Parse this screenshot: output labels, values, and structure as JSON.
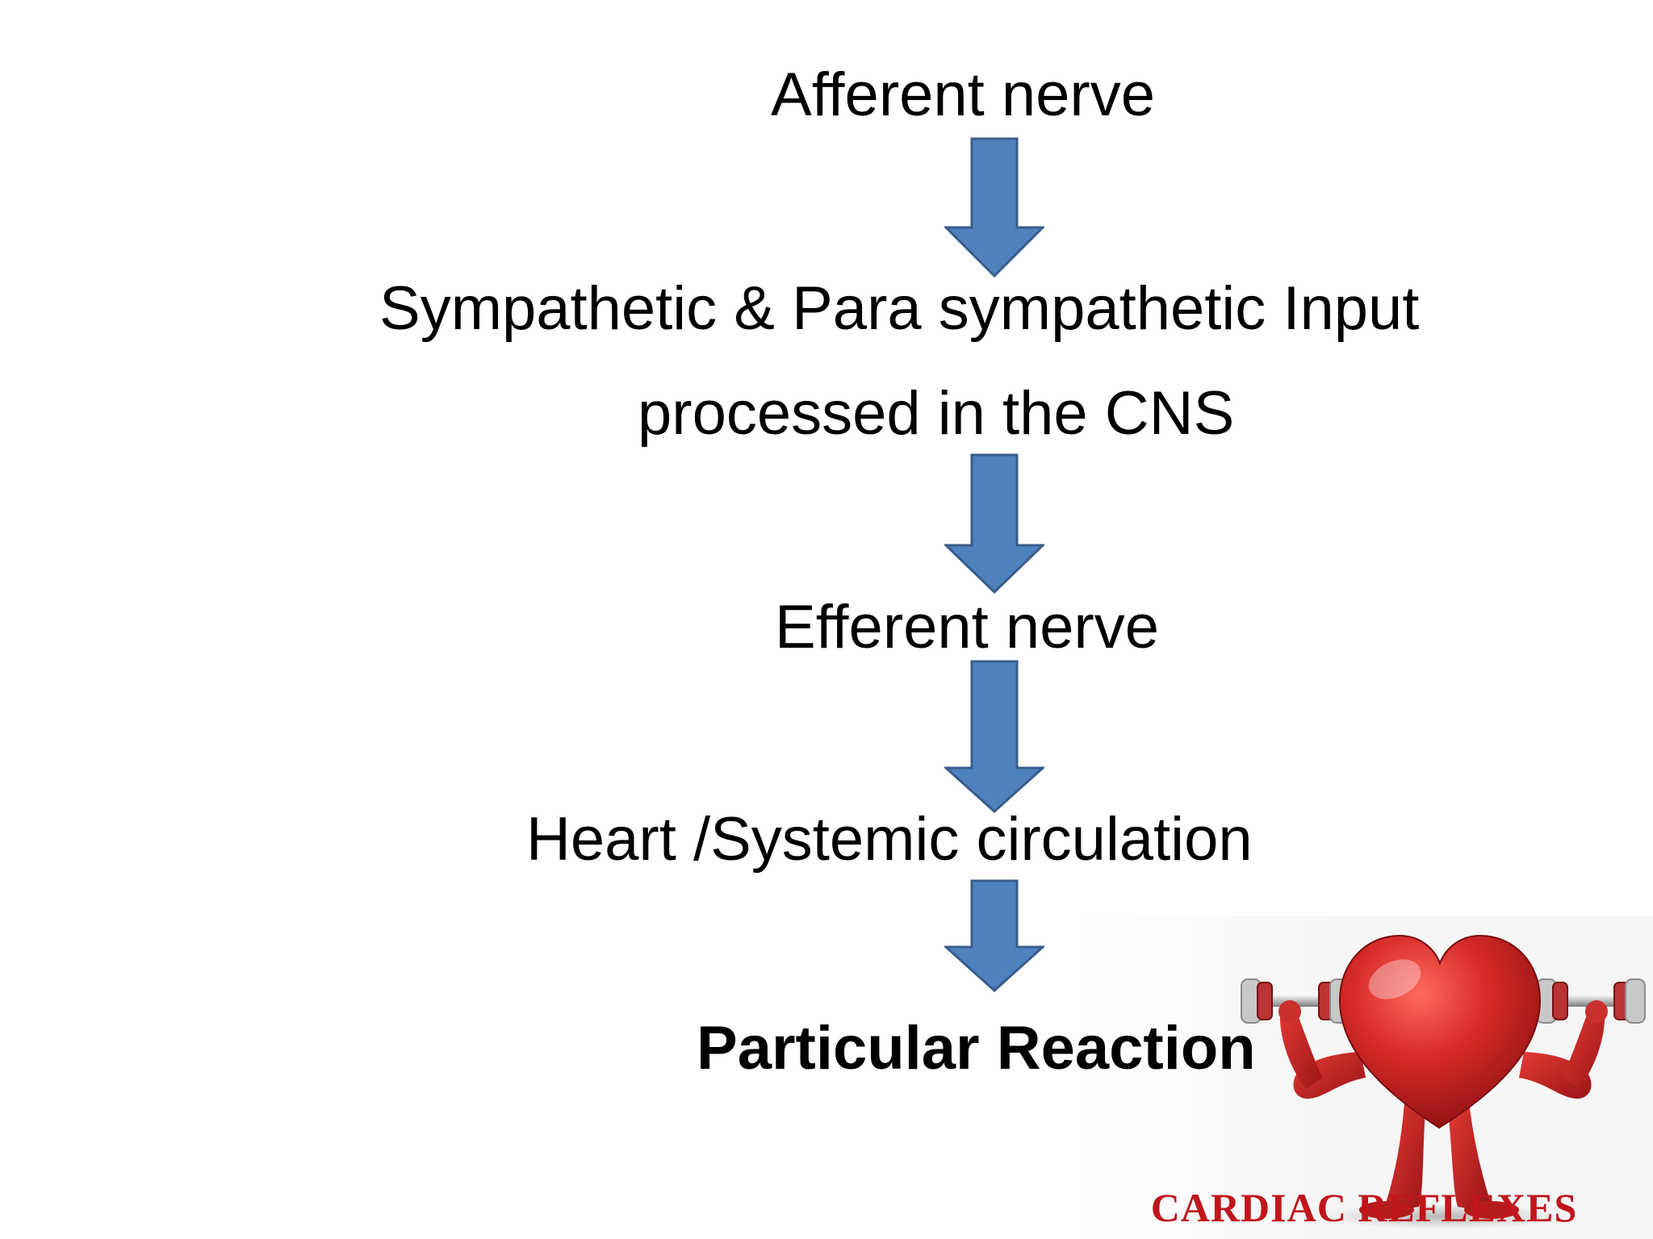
{
  "flow": {
    "steps": [
      {
        "label": "Afferent nerve"
      },
      {
        "label": "Sympathetic & Para sympathetic Input"
      },
      {
        "label": "processed in the CNS"
      },
      {
        "label": "Efferent nerve"
      },
      {
        "label": "Heart /Systemic circulation"
      },
      {
        "label": "Particular Reaction"
      }
    ],
    "arrow_color": "#4f81bd",
    "arrow_outline": "#385d8a"
  },
  "footer": {
    "title": "CARDIAC REFLEXES",
    "color": "#c0161c"
  },
  "illustration": {
    "subject": "muscular heart character lifting dumbbells",
    "heart_color": "#d62a28"
  }
}
